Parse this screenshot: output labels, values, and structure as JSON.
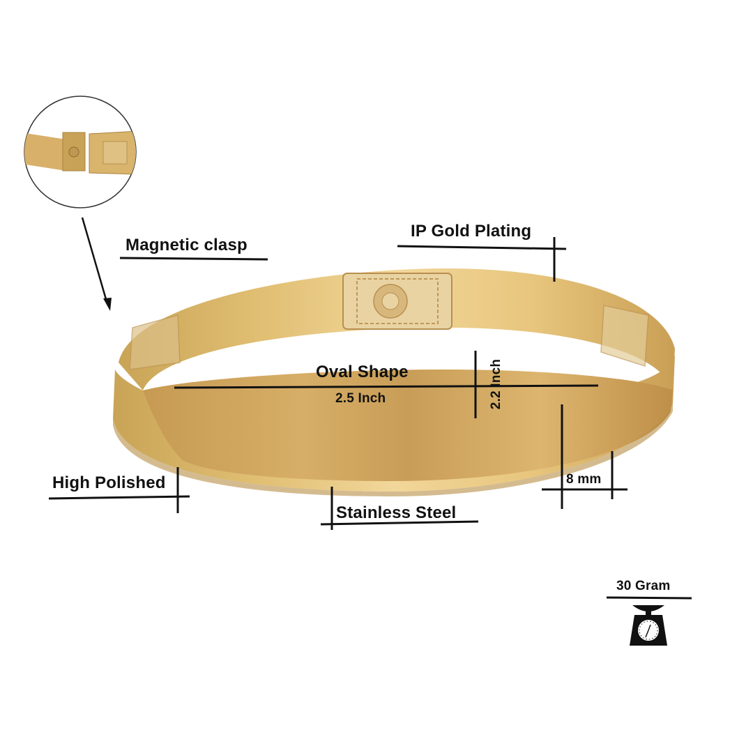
{
  "product": {
    "type": "bangle bracelet",
    "material_color_primary": "#D4AB62",
    "material_color_shadow": "#B98A45",
    "material_color_highlight": "#F0D9A6"
  },
  "inset": {
    "caption_icon": "magnetic-clasp-closeup",
    "arrow": "arrow-down-icon"
  },
  "annotations": {
    "magnetic_clasp": "Magnetic clasp",
    "ip_gold_plating": "IP Gold Plating",
    "oval_shape": "Oval Shape",
    "width_dimension": "2.5 Inch",
    "height_dimension": "2.2 Inch",
    "high_polished": "High Polished",
    "stainless_steel": "Stainless Steel",
    "band_width": "8 mm",
    "weight": "30 Gram"
  },
  "icons": {
    "weight": "scale-icon"
  }
}
